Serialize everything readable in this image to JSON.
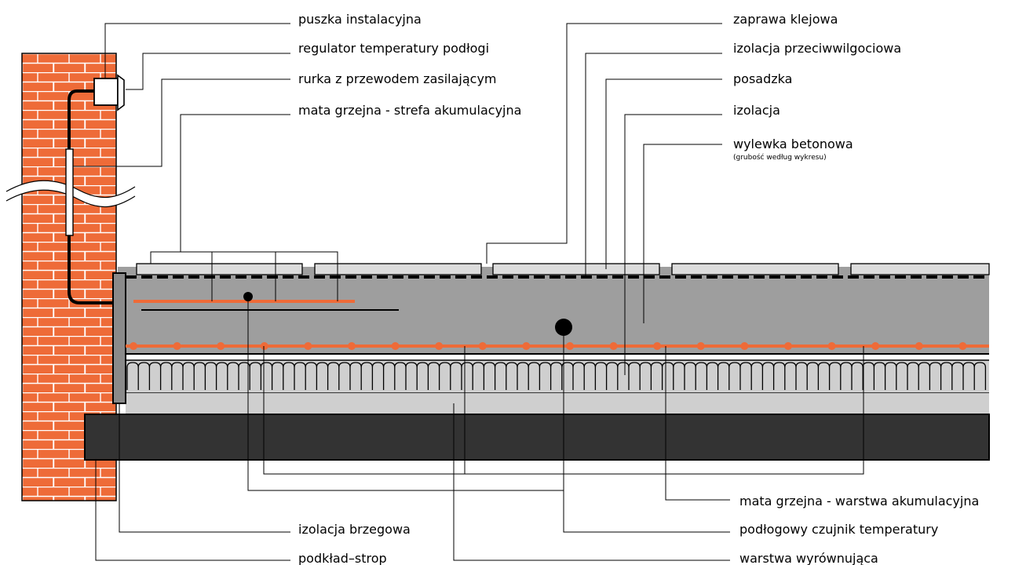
{
  "labels": {
    "puszka": "puszka instalacyjna",
    "regulator": "regulator temperatury podłogi",
    "rurka": "rurka z przewodem zasilającym",
    "mata_strefa": "mata grzejna - strefa akumulacyjna",
    "zaprawa": "zaprawa klejowa",
    "izolacja_przeciw": "izolacja przeciwwilgociowa",
    "posadzka": "posadzka",
    "izolacja": "izolacja",
    "wylewka": "wylewka betonowa",
    "wylewka_note": "(grubość według wykresu)",
    "mata_warstwa": "mata grzejna - warstwa akumulacyjna",
    "czujnik": "podłogowy czujnik temperatury",
    "wyrownujaca": "warstwa wyrównująca",
    "brzegowa": "izolacja brzegowa",
    "podklad": "podkład–strop"
  },
  "colors": {
    "brick": "#ee6b38",
    "mortar": "#ffffff",
    "concrete": "#9e9e9e",
    "screed_light": "#cfcfcf",
    "slab": "#333333",
    "tile": "#dcdcdc",
    "heating": "#ee6b38",
    "edge_insulation": "#8a8a8a"
  }
}
